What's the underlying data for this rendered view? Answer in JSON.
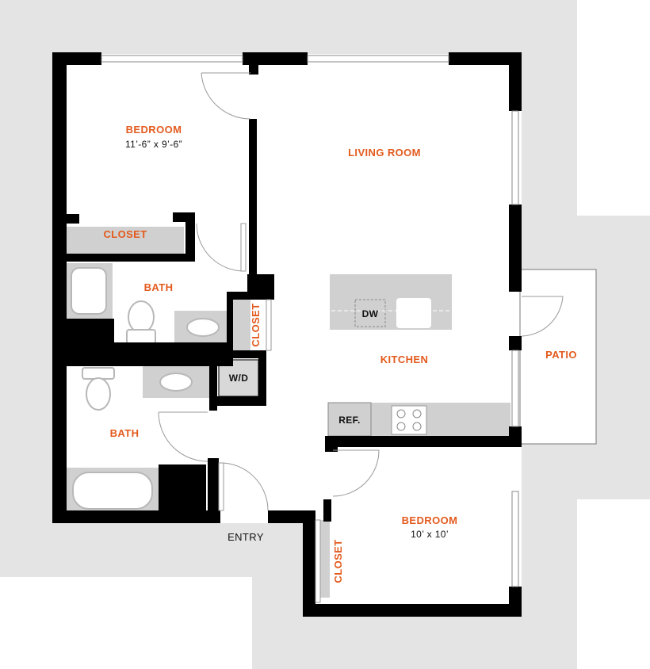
{
  "colors": {
    "room_label": "#e35a1d",
    "wall": "#000000",
    "fixture": "#d0d0d0",
    "exterior": "#e4e4e4"
  },
  "rooms": {
    "bedroom1": {
      "name": "BEDROOM",
      "dimensions": "11’-6” x 9’-6”"
    },
    "living": {
      "name": "LIVING ROOM"
    },
    "closet1": {
      "name": "CLOSET"
    },
    "bath1": {
      "name": "BATH"
    },
    "closet2": {
      "name": "CLOSET"
    },
    "laundry": {
      "name": "W/D"
    },
    "kitchen": {
      "name": "KITCHEN"
    },
    "patio": {
      "name": "PATIO"
    },
    "bath2": {
      "name": "BATH"
    },
    "bedroom2": {
      "name": "BEDROOM",
      "dimensions": "10’ x 10’"
    },
    "closet3": {
      "name": "CLOSET"
    },
    "entry": {
      "name": "ENTRY"
    }
  },
  "appliances": {
    "dishwasher": "DW",
    "refrigerator": "REF."
  }
}
